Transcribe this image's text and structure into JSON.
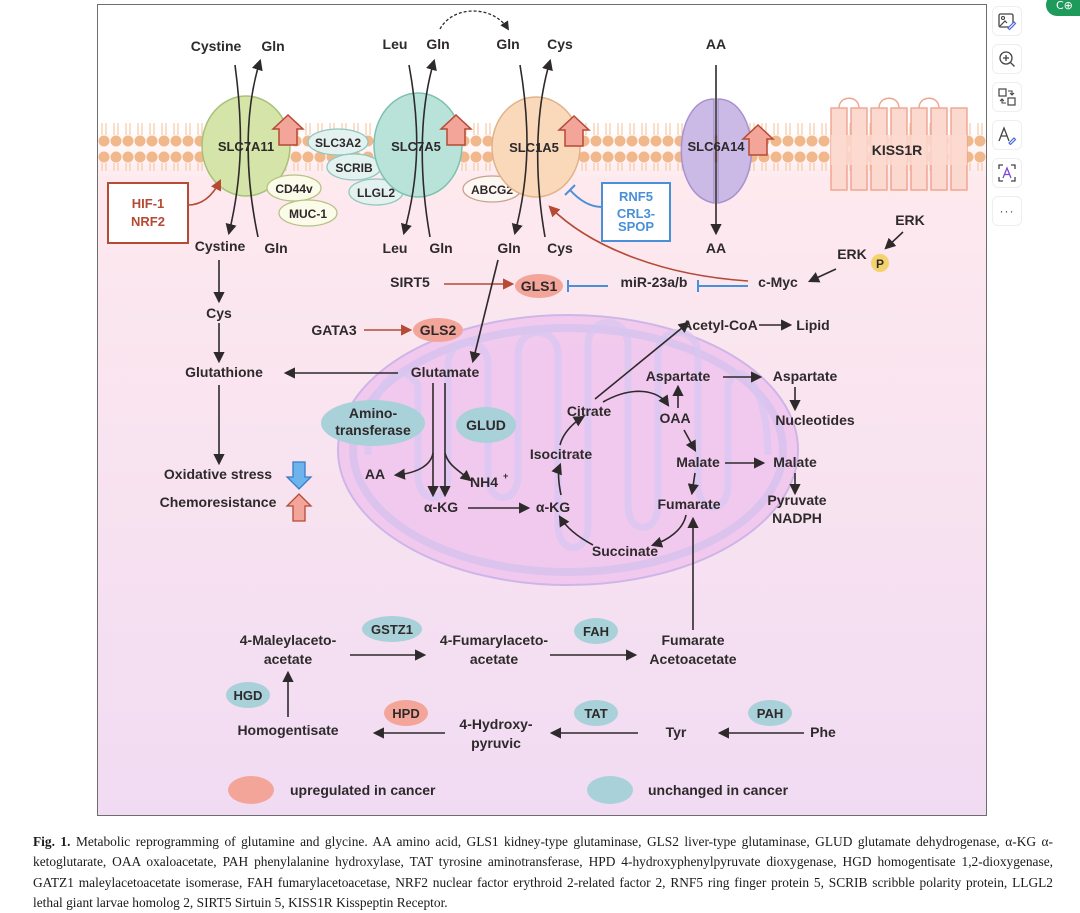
{
  "toolbar": {
    "items": [
      {
        "name": "image-edit",
        "icon": "image-edit-icon"
      },
      {
        "name": "zoom-in",
        "icon": "zoom-in-icon"
      },
      {
        "name": "swap",
        "icon": "swap-icon"
      },
      {
        "name": "text-edit",
        "icon": "text-edit-icon"
      },
      {
        "name": "text-recognize",
        "icon": "text-scan-icon"
      },
      {
        "name": "more",
        "icon": "more-icon",
        "label": "···"
      }
    ],
    "badge_label": "C⊕"
  },
  "colors": {
    "upregulated": "#f4a59a",
    "unchanged": "#a9d1d9",
    "activation_arrow": "#b54a35",
    "inhibition": "#4a90d9",
    "text": "#2e2a2b",
    "membrane": "#f0b88b"
  },
  "diagram": {
    "transporters": {
      "slc7a11": {
        "label": "SLC7A11",
        "in_left": "Cystine",
        "in_right": "Gln",
        "out_left": "Cystine",
        "out_right": "Gln"
      },
      "slc7a5": {
        "label": "SLC7A5",
        "in_left": "Leu",
        "in_right": "Gln",
        "out_left": "Leu",
        "out_right": "Gln"
      },
      "slc1a5": {
        "label": "SLC1A5",
        "in_left": "Gln",
        "in_right": "Cys",
        "out_left": "Gln",
        "out_right": "Cys"
      },
      "slc6a14": {
        "label": "SLC6A14",
        "in": "AA",
        "out": "AA"
      },
      "kiss1r": {
        "label": "KISS1R"
      }
    },
    "partners": {
      "slc3a2": "SLC3A2",
      "scrib": "SCRIB",
      "llgl2": "LLGL2",
      "cd44v": "CD44v",
      "muc1": "MUC-1",
      "abcg2": "ABCG2"
    },
    "regulator_boxes": {
      "hif_nrf2": [
        "HIF-1",
        "NRF2"
      ],
      "rnf5_crl3": [
        "RNF5",
        "CRL3-",
        "SPOP"
      ]
    },
    "signaling": {
      "erk": "ERK",
      "erk_p": "ERK",
      "phospho": "P",
      "cmyc": "c-Myc",
      "mir": "miR-23a/b",
      "sirt5": "SIRT5",
      "gata3": "GATA3",
      "gls1": "GLS1",
      "gls2": "GLS2"
    },
    "left_pathway": {
      "cys": "Cys",
      "glutathione": "Glutathione",
      "oxidative_stress": "Oxidative stress",
      "chemoresistance": "Chemoresistance"
    },
    "mitochondria": {
      "glutamate": "Glutamate",
      "aminotransferase": [
        "Amino-",
        "transferase"
      ],
      "glud": "GLUD",
      "aa": "AA",
      "nh4": "NH4",
      "nh4_sup": "+",
      "akg1": "α-KG",
      "akg2": "α-KG",
      "isocitrate": "Isocitrate",
      "citrate": "Citrate",
      "oaa": "OAA",
      "malate": "Malate",
      "fumarate": "Fumarate",
      "succinate": "Succinate",
      "aspartate_in": "Aspartate"
    },
    "cytosol_right": {
      "acetyl_coa": "Acetyl-CoA",
      "lipid": "Lipid",
      "aspartate_out": "Aspartate",
      "nucleotides": "Nucleotides",
      "malate_out": "Malate",
      "pyruvate_nadph": [
        "Pyruvate",
        "NADPH"
      ]
    },
    "tyrosine_pathway": {
      "maleylacetoacetate": [
        "4-Maleylaceto-",
        "acetate"
      ],
      "fumarylacetoacetate": [
        "4-Fumarylaceto-",
        "acetate"
      ],
      "fumarate_acetoacetate": [
        "Fumarate",
        "Acetoacetate"
      ],
      "homogentisate": "Homogentisate",
      "hydroxypyruvic": [
        "4-Hydroxy-",
        "pyruvic"
      ],
      "tyr": "Tyr",
      "phe": "Phe",
      "gstz1": "GSTZ1",
      "fah": "FAH",
      "hgd": "HGD",
      "hpd": "HPD",
      "tat": "TAT",
      "pah": "PAH"
    },
    "legend": {
      "upregulated": "upregulated in cancer",
      "unchanged": "unchanged in cancer"
    }
  },
  "caption": {
    "label": "Fig. 1.",
    "text": "Metabolic reprogramming of glutamine and glycine. AA amino acid, GLS1 kidney-type glutaminase, GLS2 liver-type glutaminase, GLUD glutamate dehydrogenase, α-KG α-ketoglutarate, OAA oxaloacetate, PAH phenylalanine hydroxylase, TAT tyrosine aminotransferase, HPD 4-hydroxyphenylpyruvate dioxygenase, HGD homogentisate 1,2-dioxygenase, GATZ1 maleylacetoacetate isomerase, FAH fumarylacetoacetase, NRF2 nuclear factor erythroid 2-related factor 2, RNF5 ring finger protein 5, SCRIB scribble polarity protein, LLGL2 lethal giant larvae homolog 2, SIRT5 Sirtuin 5, KISS1R Kisspeptin Receptor."
  }
}
